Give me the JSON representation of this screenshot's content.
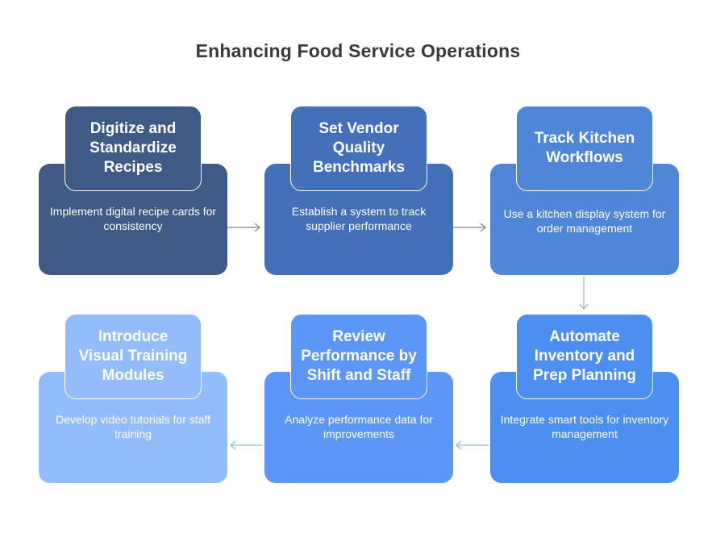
{
  "title": "Enhancing Food Service Operations",
  "steps": [
    {
      "heading": "Digitize and Standardize Recipes",
      "description": "Implement digital recipe cards for consistency",
      "color": "#3f5a84",
      "head_color": "#3f5a84"
    },
    {
      "heading": "Set Vendor Quality Benchmarks",
      "description": "Establish a system to track supplier performance",
      "color": "#4470ba",
      "head_color": "#4470ba"
    },
    {
      "heading": "Track Kitchen Workflows",
      "description": "Use a kitchen display system for order management",
      "color": "#4f86d8",
      "head_color": "#4f86d8"
    },
    {
      "heading": "Automate Inventory and Prep Planning",
      "description": "Integrate smart tools for inventory management",
      "color": "#4d8ff0",
      "head_color": "#4d8ff0"
    },
    {
      "heading": "Review Performance by Shift and Staff",
      "description": "Analyze performance data for improvements",
      "color": "#5c97f8",
      "head_color": "#5c97f8"
    },
    {
      "heading": "Introduce Visual Training Modules",
      "description": "Develop video tutorials for staff training",
      "color": "#93bcfa",
      "head_color": "#93bcfa"
    }
  ],
  "arrow_color": "#6b6b6b",
  "arrow_color_light": "#7ca4e6"
}
